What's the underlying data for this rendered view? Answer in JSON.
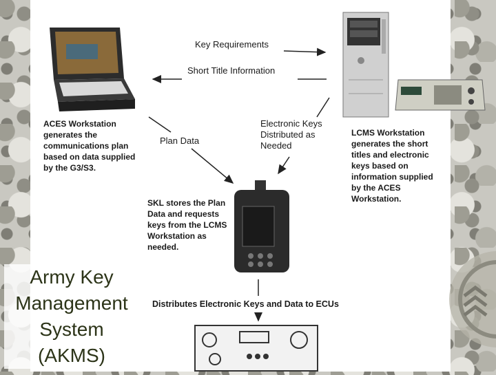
{
  "slide": {
    "title": "Army Key Management System (AKMS)",
    "flow_labels": {
      "key_requirements": "Key Requirements",
      "short_title_information": "Short Title Information",
      "plan_data": "Plan Data",
      "electronic_keys_distributed": "Electronic Keys Distributed as Needed",
      "distributes_keys": "Distributes Electronic Keys and Data to ECUs"
    },
    "descriptions": {
      "aces": "ACES Workstation generates the communications plan based on data supplied by the G3/S3.",
      "lcms": "LCMS Workstation generates the short titles and electronic keys based on information supplied by the ACES Workstation.",
      "skl": "SKL stores the Plan Data and requests keys from the LCMS Workstation as needed."
    },
    "devices": {
      "aces_laptop": "laptop-icon",
      "lcms_tower": "computer-tower-icon",
      "lcms_unit": "crypto-device-icon",
      "skl": "handheld-skl-icon",
      "ecu_panel": "radio-panel-icon"
    },
    "colors": {
      "title": "#2c3418",
      "panel": "#ffffff",
      "text": "#1a1a1a"
    }
  }
}
